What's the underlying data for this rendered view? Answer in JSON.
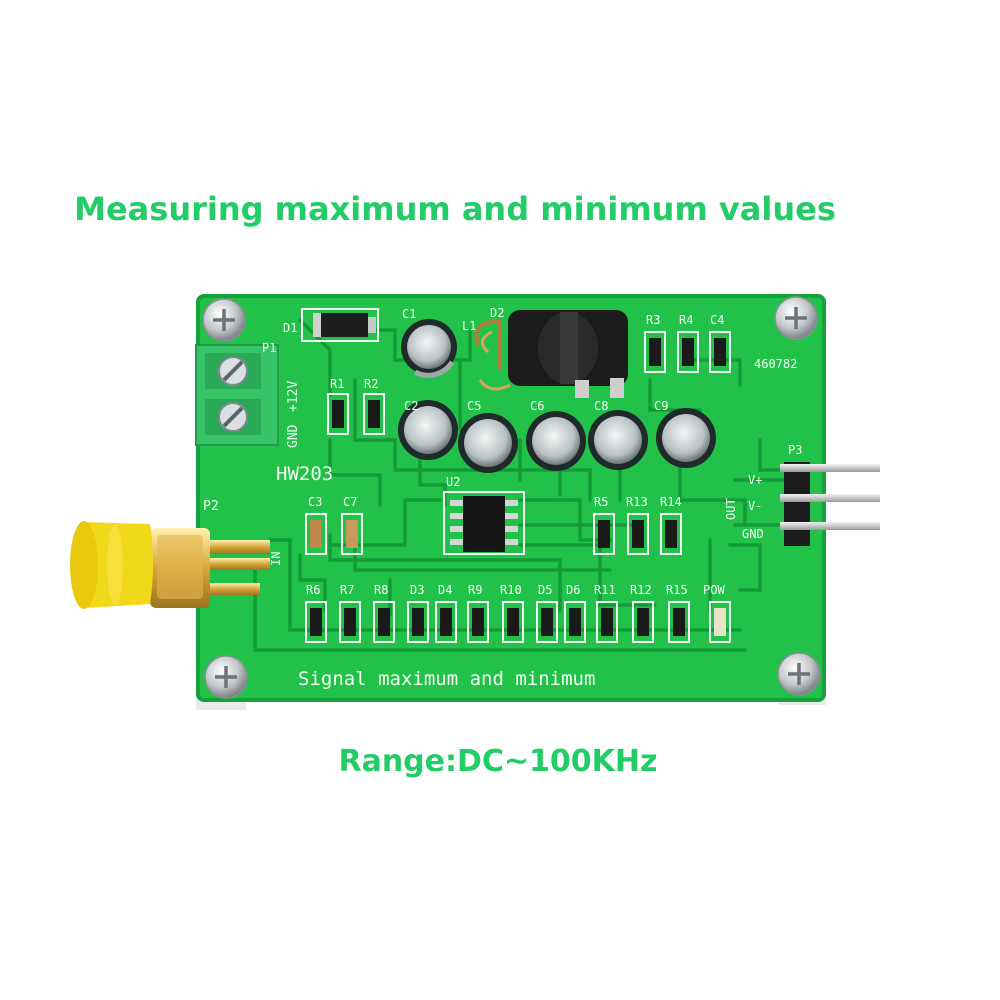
{
  "headline": "Measuring maximum and minimum values",
  "range": "Range:DC~100KHz",
  "colors": {
    "headline": "#22cc66",
    "pcb": "#22c24a",
    "pcb_dark": "#14a33a",
    "silk": "#f2fff2",
    "sma": "#f2d81a",
    "terminal": "#36c466"
  },
  "pcb": {
    "model": "HW203",
    "serial": "460782",
    "bottom_label": "Signal maximum and minimum",
    "power_pins": [
      "+12V",
      "GND"
    ],
    "out_label": "OUT",
    "out_pins": [
      "V+",
      "V-",
      "GND"
    ],
    "in_label": "IN",
    "part_labels": {
      "d1": "D1",
      "p1": "P1",
      "c1": "C1",
      "l1": "L1",
      "d2": "D2",
      "r3": "R3",
      "r4": "R4",
      "c4": "C4",
      "r1": "R1",
      "r2": "R2",
      "c2": "C2",
      "c5": "C5",
      "c6": "C6",
      "c8": "C8",
      "c9": "C9",
      "p3": "P3",
      "u2": "U2",
      "p2": "P2",
      "c3": "C3",
      "c7": "C7",
      "r5": "R5",
      "r13": "R13",
      "r14": "R14",
      "r6": "R6",
      "r7": "R7",
      "r8": "R8",
      "d3": "D3",
      "d4": "D4",
      "r9": "R9",
      "r10": "R10",
      "d5": "D5",
      "d6": "D6",
      "r11": "R11",
      "r12": "R12",
      "r15": "R15",
      "pow": "POW"
    }
  }
}
